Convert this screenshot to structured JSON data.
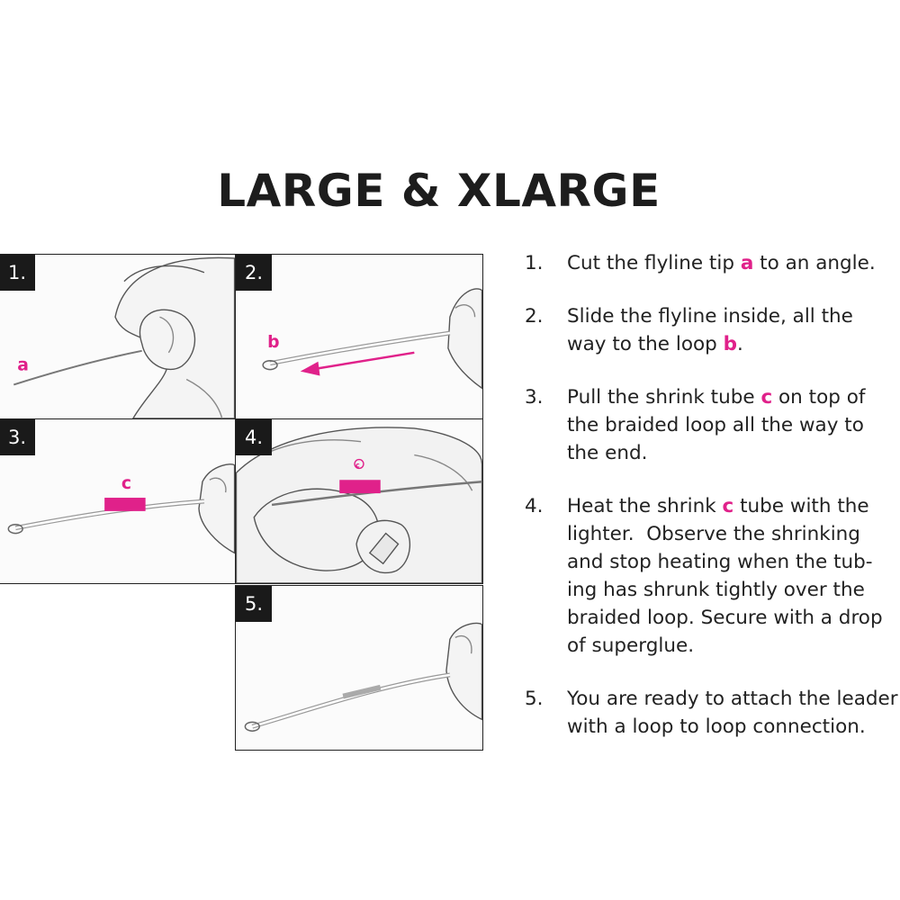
{
  "title": "LARGE & XLARGE",
  "accent_color": "#e0218a",
  "panels": [
    {
      "number": "1.",
      "label": "a"
    },
    {
      "number": "2.",
      "label": "b"
    },
    {
      "number": "3.",
      "label": "c"
    },
    {
      "number": "4.",
      "label": "c"
    },
    {
      "number": "5.",
      "label": ""
    }
  ],
  "steps": [
    {
      "number": "1.",
      "lines": [
        "Cut the flyline tip ",
        "a",
        " to an angle."
      ]
    },
    {
      "number": "2.",
      "lines": [
        "Slide the flyline inside, all the",
        "way to the loop ",
        "b",
        "."
      ]
    },
    {
      "number": "3.",
      "lines": [
        "Pull the shrink tube ",
        "c",
        " on top of",
        "the braided loop all the way to",
        "the end."
      ]
    },
    {
      "number": "4.",
      "lines": [
        "Heat the shrink ",
        "c",
        " tube with the",
        "lighter.  Observe the shrinking",
        "and stop heating when the tub-",
        "ing has shrunk tightly over the",
        "braided loop. Secure with a drop",
        "of superglue."
      ]
    },
    {
      "number": "5.",
      "lines": [
        "You are ready to attach the leader",
        "with a loop to loop connection."
      ]
    }
  ]
}
